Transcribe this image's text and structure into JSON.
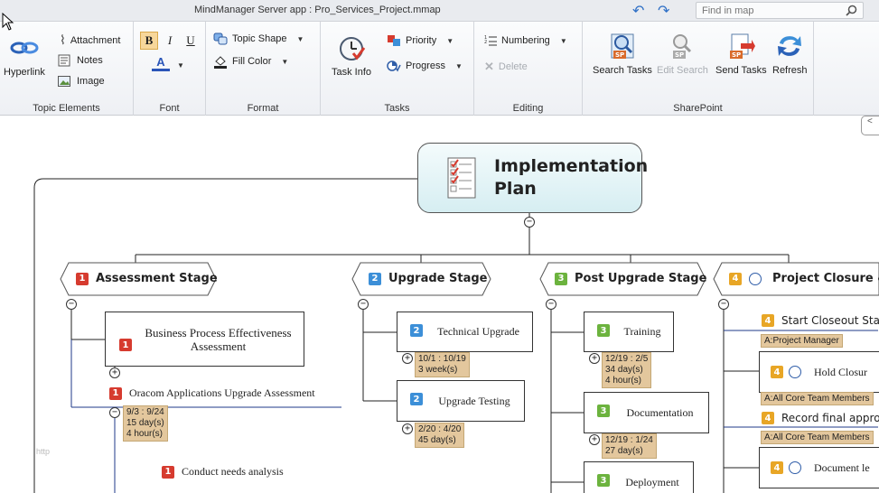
{
  "titlebar": {
    "title": "MindManager Server app : Pro_Services_Project.mmap",
    "search_placeholder": "Find in map"
  },
  "ribbon": {
    "topic_elements": {
      "label": "Topic Elements",
      "hyperlink": "Hyperlink",
      "attachment": "Attachment",
      "notes": "Notes",
      "image": "Image"
    },
    "font": {
      "label": "Font",
      "bold": "B",
      "italic": "I",
      "underline": "U",
      "color": "A"
    },
    "format": {
      "label": "Format",
      "topic_shape": "Topic Shape",
      "fill_color": "Fill Color"
    },
    "tasks": {
      "label": "Tasks",
      "task_info": "Task Info",
      "priority": "Priority",
      "progress": "Progress"
    },
    "editing": {
      "label": "Editing",
      "numbering": "Numbering",
      "delete": "Delete"
    },
    "sharepoint": {
      "label": "SharePoint",
      "search_tasks": "Search Tasks",
      "edit_search": "Edit Search",
      "send_tasks": "Send Tasks",
      "refresh": "Refresh"
    }
  },
  "map": {
    "central": "Implementation Plan",
    "collapse_tab": "<",
    "watermark": "http",
    "branches": [
      {
        "title": "Assessment Stage",
        "priority": "1",
        "subtopics": [
          {
            "title": "Business Process Effectiveness Assessment",
            "priority": "1"
          },
          {
            "title": "Oracom Applications Upgrade Assessment",
            "priority": "1",
            "dates": "9/3 : 9/24",
            "duration": "15 day(s)",
            "work": "4 hour(s)"
          },
          {
            "title": "Conduct needs analysis",
            "priority": "1"
          }
        ]
      },
      {
        "title": "Upgrade Stage",
        "priority": "2",
        "subtopics": [
          {
            "title": "Technical Upgrade",
            "priority": "2",
            "dates": "10/1 : 10/19",
            "duration": "3 week(s)"
          },
          {
            "title": "Upgrade Testing",
            "priority": "2",
            "dates": "2/20 : 4/20",
            "duration": "45 day(s)"
          }
        ]
      },
      {
        "title": "Post Upgrade Stage",
        "priority": "3",
        "subtopics": [
          {
            "title": "Training",
            "priority": "3",
            "dates": "12/19 : 2/5",
            "duration": "34 day(s)",
            "work": "4 hour(s)"
          },
          {
            "title": "Documentation",
            "priority": "3",
            "dates": "12/19 : 1/24",
            "duration": "27 day(s)"
          },
          {
            "title": "Deployment",
            "priority": "3"
          }
        ]
      },
      {
        "title": "Project Closure & ",
        "priority": "4",
        "subtopics": [
          {
            "title": "Start Closeout Sta",
            "priority": "4",
            "resource": "A:Project Manager"
          },
          {
            "title": "Hold Closur",
            "priority": "4",
            "resource": "A:All Core Team Members"
          },
          {
            "title": "Record final appro",
            "priority": "4",
            "resource": "A:All Core Team Members"
          },
          {
            "title": "Document le",
            "priority": "4"
          }
        ]
      }
    ]
  }
}
